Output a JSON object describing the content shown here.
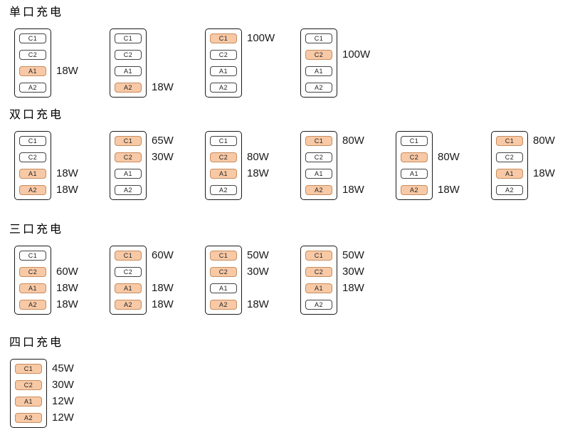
{
  "colors": {
    "active_fill": "#F8C9A6",
    "active_border": "#C98C5C",
    "port_border": "#444444",
    "card_border": "#1a1a1a",
    "text": "#1a1a1a"
  },
  "sections": [
    {
      "title": "单口充电",
      "cards": [
        {
          "ports": [
            {
              "label": "C1",
              "active": false,
              "power": ""
            },
            {
              "label": "C2",
              "active": false,
              "power": ""
            },
            {
              "label": "A1",
              "active": true,
              "power": "18W"
            },
            {
              "label": "A2",
              "active": false,
              "power": ""
            }
          ]
        },
        {
          "ports": [
            {
              "label": "C1",
              "active": false,
              "power": ""
            },
            {
              "label": "C2",
              "active": false,
              "power": ""
            },
            {
              "label": "A1",
              "active": false,
              "power": ""
            },
            {
              "label": "A2",
              "active": true,
              "power": "18W"
            }
          ]
        },
        {
          "ports": [
            {
              "label": "C1",
              "active": true,
              "power": "100W"
            },
            {
              "label": "C2",
              "active": false,
              "power": ""
            },
            {
              "label": "A1",
              "active": false,
              "power": ""
            },
            {
              "label": "A2",
              "active": false,
              "power": ""
            }
          ]
        },
        {
          "ports": [
            {
              "label": "C1",
              "active": false,
              "power": ""
            },
            {
              "label": "C2",
              "active": true,
              "power": "100W"
            },
            {
              "label": "A1",
              "active": false,
              "power": ""
            },
            {
              "label": "A2",
              "active": false,
              "power": ""
            }
          ]
        }
      ]
    },
    {
      "title": "双口充电",
      "cards": [
        {
          "ports": [
            {
              "label": "C1",
              "active": false,
              "power": ""
            },
            {
              "label": "C2",
              "active": false,
              "power": ""
            },
            {
              "label": "A1",
              "active": true,
              "power": "18W"
            },
            {
              "label": "A2",
              "active": true,
              "power": "18W"
            }
          ]
        },
        {
          "ports": [
            {
              "label": "C1",
              "active": true,
              "power": "65W"
            },
            {
              "label": "C2",
              "active": true,
              "power": "30W"
            },
            {
              "label": "A1",
              "active": false,
              "power": ""
            },
            {
              "label": "A2",
              "active": false,
              "power": ""
            }
          ]
        },
        {
          "ports": [
            {
              "label": "C1",
              "active": false,
              "power": ""
            },
            {
              "label": "C2",
              "active": true,
              "power": "80W"
            },
            {
              "label": "A1",
              "active": true,
              "power": "18W"
            },
            {
              "label": "A2",
              "active": false,
              "power": ""
            }
          ]
        },
        {
          "ports": [
            {
              "label": "C1",
              "active": true,
              "power": "80W"
            },
            {
              "label": "C2",
              "active": false,
              "power": ""
            },
            {
              "label": "A1",
              "active": false,
              "power": ""
            },
            {
              "label": "A2",
              "active": true,
              "power": "18W"
            }
          ]
        },
        {
          "ports": [
            {
              "label": "C1",
              "active": false,
              "power": ""
            },
            {
              "label": "C2",
              "active": true,
              "power": "80W"
            },
            {
              "label": "A1",
              "active": false,
              "power": ""
            },
            {
              "label": "A2",
              "active": true,
              "power": "18W"
            }
          ]
        },
        {
          "ports": [
            {
              "label": "C1",
              "active": true,
              "power": "80W"
            },
            {
              "label": "C2",
              "active": false,
              "power": ""
            },
            {
              "label": "A1",
              "active": true,
              "power": "18W"
            },
            {
              "label": "A2",
              "active": false,
              "power": ""
            }
          ]
        }
      ]
    },
    {
      "title": "三口充电",
      "cards": [
        {
          "ports": [
            {
              "label": "C1",
              "active": false,
              "power": ""
            },
            {
              "label": "C2",
              "active": true,
              "power": "60W"
            },
            {
              "label": "A1",
              "active": true,
              "power": "18W"
            },
            {
              "label": "A2",
              "active": true,
              "power": "18W"
            }
          ]
        },
        {
          "ports": [
            {
              "label": "C1",
              "active": true,
              "power": "60W"
            },
            {
              "label": "C2",
              "active": false,
              "power": ""
            },
            {
              "label": "A1",
              "active": true,
              "power": "18W"
            },
            {
              "label": "A2",
              "active": true,
              "power": "18W"
            }
          ]
        },
        {
          "ports": [
            {
              "label": "C1",
              "active": true,
              "power": "50W"
            },
            {
              "label": "C2",
              "active": true,
              "power": "30W"
            },
            {
              "label": "A1",
              "active": false,
              "power": ""
            },
            {
              "label": "A2",
              "active": true,
              "power": "18W"
            }
          ]
        },
        {
          "ports": [
            {
              "label": "C1",
              "active": true,
              "power": "50W"
            },
            {
              "label": "C2",
              "active": true,
              "power": "30W"
            },
            {
              "label": "A1",
              "active": true,
              "power": "18W"
            },
            {
              "label": "A2",
              "active": false,
              "power": ""
            }
          ]
        }
      ]
    },
    {
      "title": "四口充电",
      "cards": [
        {
          "ports": [
            {
              "label": "C1",
              "active": true,
              "power": "45W"
            },
            {
              "label": "C2",
              "active": true,
              "power": "30W"
            },
            {
              "label": "A1",
              "active": true,
              "power": "12W"
            },
            {
              "label": "A2",
              "active": true,
              "power": "12W"
            }
          ]
        }
      ]
    }
  ]
}
